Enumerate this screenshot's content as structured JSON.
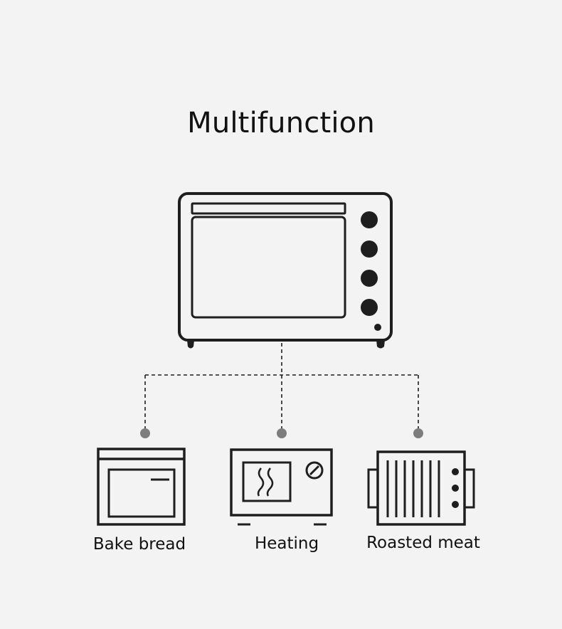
{
  "title": "Multifunction",
  "functions": [
    {
      "label": "Bake bread",
      "icon": "bake-bread-icon"
    },
    {
      "label": "Heating",
      "icon": "heating-icon"
    },
    {
      "label": "Roasted meat",
      "icon": "roasted-meat-icon"
    }
  ],
  "main_icon": "toaster-oven-icon",
  "colors": {
    "background": "#f3f3f3",
    "stroke": "#1e1e1e",
    "connector_dot": "#7d7d7d"
  }
}
